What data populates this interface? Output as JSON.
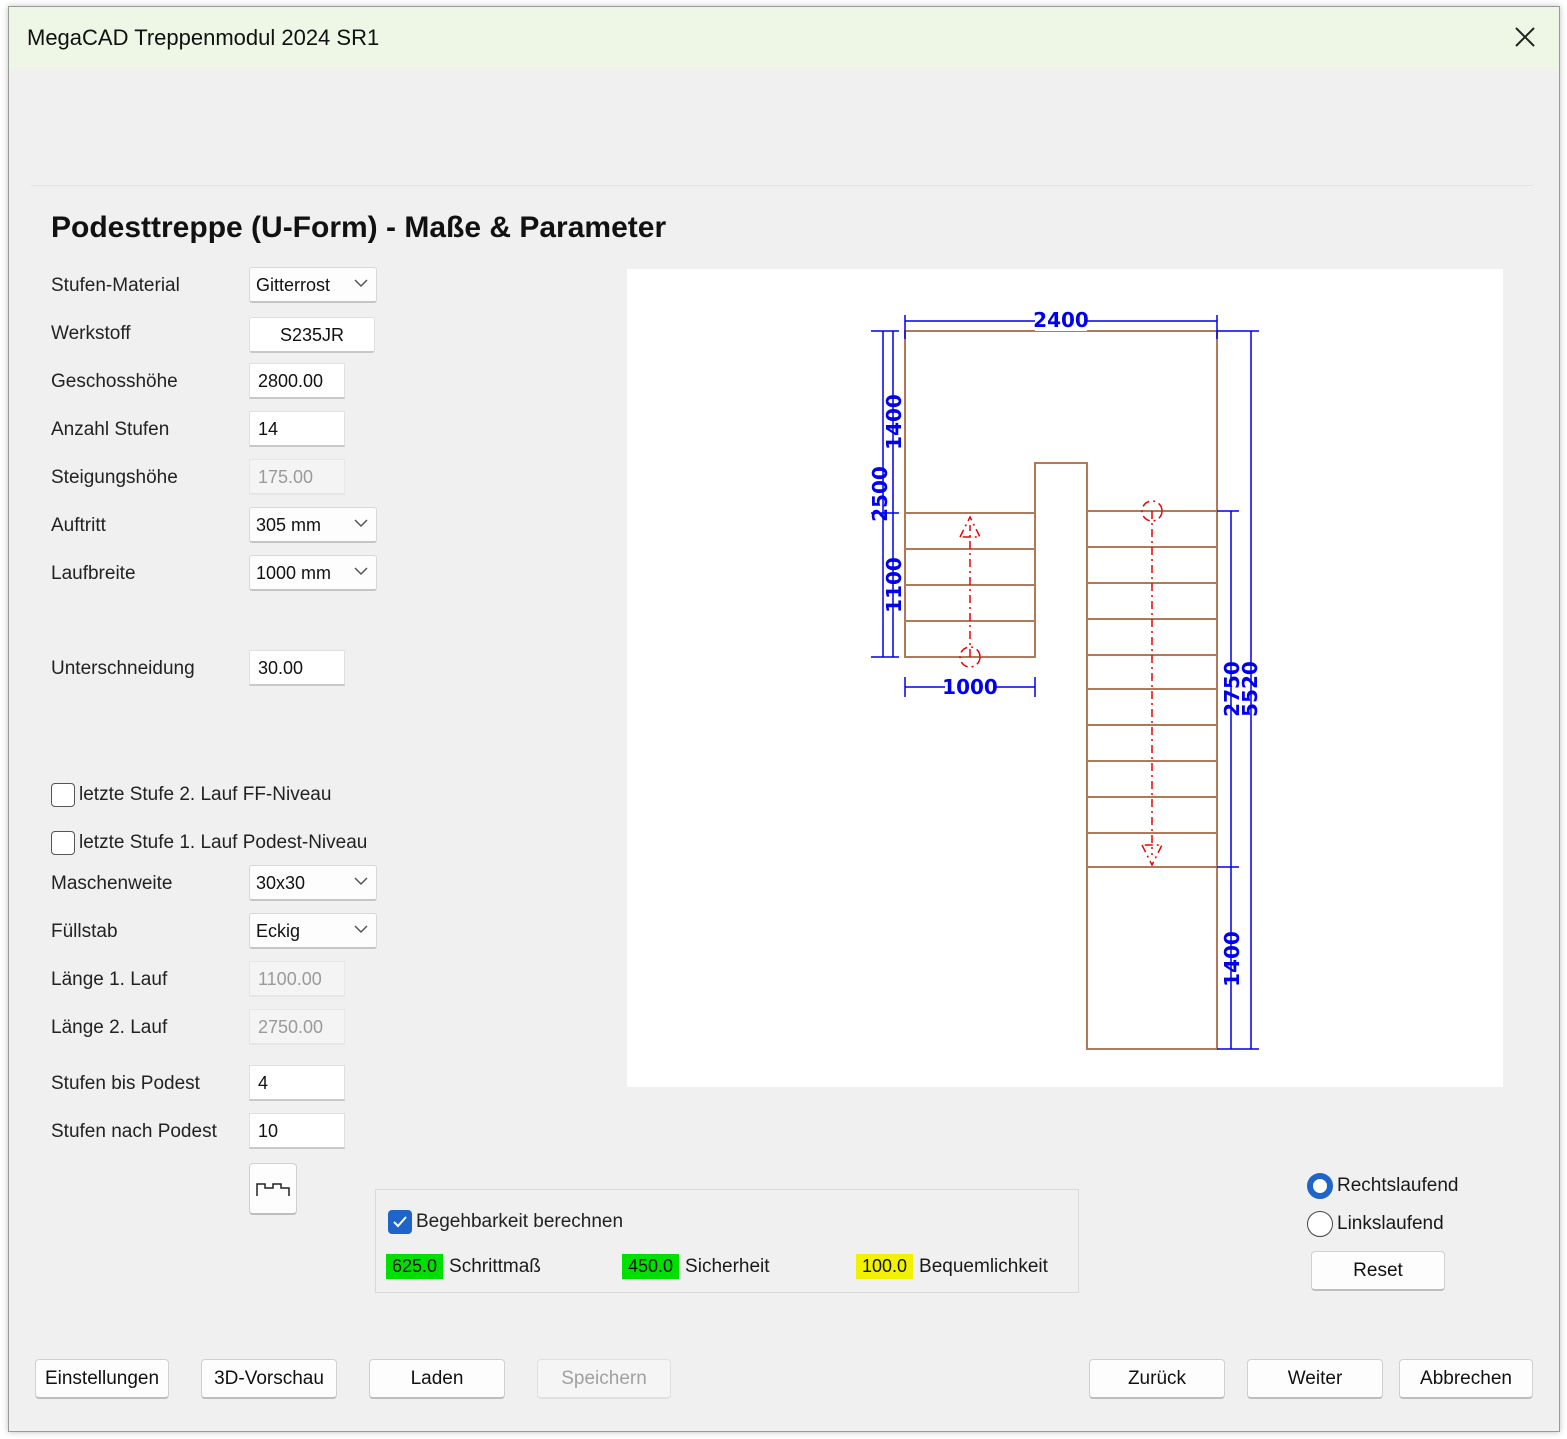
{
  "window": {
    "title": "MegaCAD Treppenmodul 2024 SR1"
  },
  "heading": "Podesttreppe (U-Form) - Maße & Parameter",
  "fields": {
    "stufen_material": {
      "label": "Stufen-Material",
      "value": "Gitterrost"
    },
    "werkstoff": {
      "label": "Werkstoff",
      "value": "S235JR"
    },
    "geschosshoehe": {
      "label": "Geschosshöhe",
      "value": "2800.00"
    },
    "anzahl_stufen": {
      "label": "Anzahl Stufen",
      "value": "14"
    },
    "steigungshoehe": {
      "label": "Steigungshöhe",
      "value": "175.00"
    },
    "auftritt": {
      "label": "Auftritt",
      "value": "305 mm"
    },
    "laufbreite": {
      "label": "Laufbreite",
      "value": "1000 mm"
    },
    "unterschneidung": {
      "label": "Unterschneidung",
      "value": "30.00"
    },
    "maschenweite": {
      "label": "Maschenweite",
      "value": "30x30"
    },
    "fuellstab": {
      "label": "Füllstab",
      "value": "Eckig"
    },
    "laenge_1_lauf": {
      "label": "Länge 1. Lauf",
      "value": "1100.00"
    },
    "laenge_2_lauf": {
      "label": "Länge 2. Lauf",
      "value": "2750.00"
    },
    "stufen_bis_podest": {
      "label": "Stufen bis Podest",
      "value": "4"
    },
    "stufen_nach_podest": {
      "label": "Stufen nach Podest",
      "value": "10"
    }
  },
  "checkboxes": {
    "letzte_stufe_2": {
      "label": "letzte Stufe 2. Lauf FF-Niveau",
      "checked": false
    },
    "letzte_stufe_1": {
      "label": "letzte Stufe 1. Lauf Podest-Niveau",
      "checked": false
    }
  },
  "drawing": {
    "dimensions": {
      "top_width": "2400",
      "left_upper": "1400",
      "left_total": "2500",
      "left_lower": "1100",
      "bottom_width": "1000",
      "right_run": "2750",
      "right_total": "5520",
      "right_bottom": "1400"
    },
    "colors": {
      "outline": "#b07a5a",
      "dimension": "#0000ee",
      "walkline": "#ee0000"
    }
  },
  "begehbarkeit": {
    "label": "Begehbarkeit berechnen",
    "checked": true,
    "schrittmass": {
      "value": "625.0",
      "label": "Schrittmaß",
      "color": "#00e000"
    },
    "sicherheit": {
      "value": "450.0",
      "label": "Sicherheit",
      "color": "#00e000"
    },
    "bequemlichkeit": {
      "value": "100.0",
      "label": "Bequemlichkeit",
      "color": "#f2f200"
    }
  },
  "direction": {
    "rechtslaufend": {
      "label": "Rechtslaufend",
      "selected": true
    },
    "linkslaufend": {
      "label": "Linkslaufend",
      "selected": false
    },
    "reset_label": "Reset"
  },
  "footer": {
    "einstellungen": "Einstellungen",
    "vorschau": "3D-Vorschau",
    "laden": "Laden",
    "speichern": "Speichern",
    "zurueck": "Zurück",
    "weiter": "Weiter",
    "abbrechen": "Abbrechen"
  }
}
